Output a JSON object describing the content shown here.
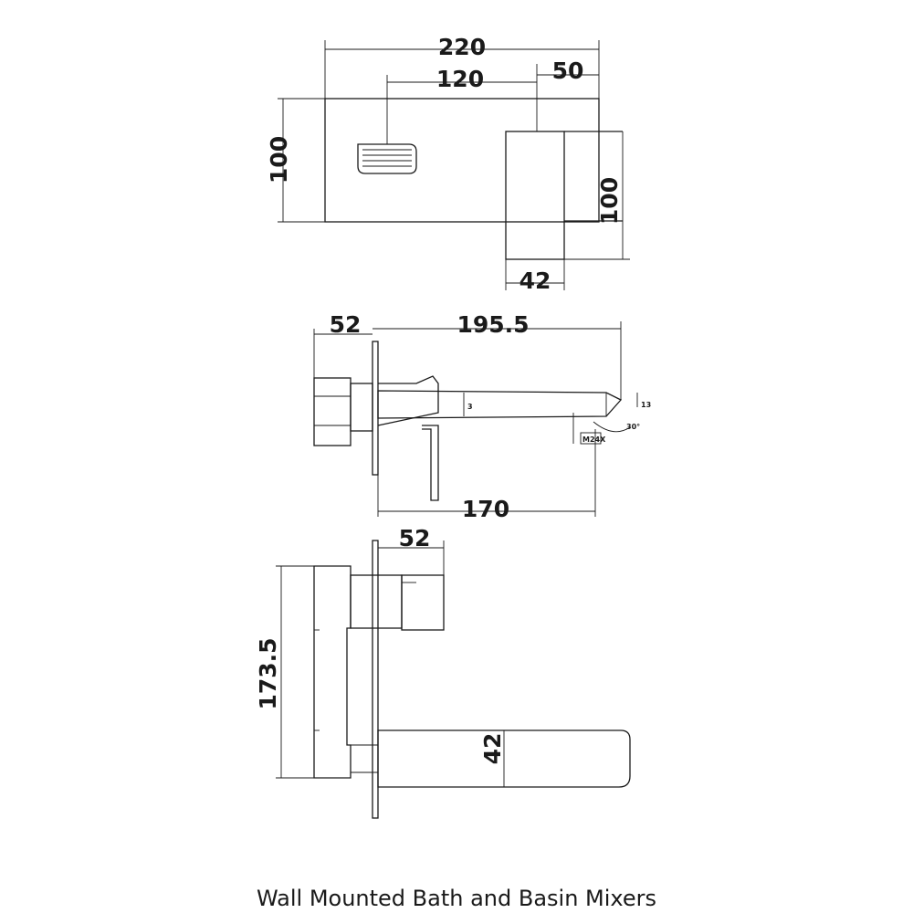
{
  "caption": "Wall Mounted Bath and  Basin Mixers",
  "dimensions": {
    "front_total_width": "220",
    "front_spout_offset": "120",
    "front_handle_width": "50",
    "front_plate_height": "100",
    "front_handle_height": "100",
    "front_handle_depth": "42",
    "side_body_depth": "52",
    "side_spout_length": "195.5",
    "side_spout_projection": "170",
    "side_spout_small": "3",
    "side_tip_small": "13",
    "side_thread": "M24X",
    "side_angle": "30°",
    "bottom_body_depth": "52",
    "bottom_total_height": "173.5",
    "bottom_spout_height": "42"
  }
}
